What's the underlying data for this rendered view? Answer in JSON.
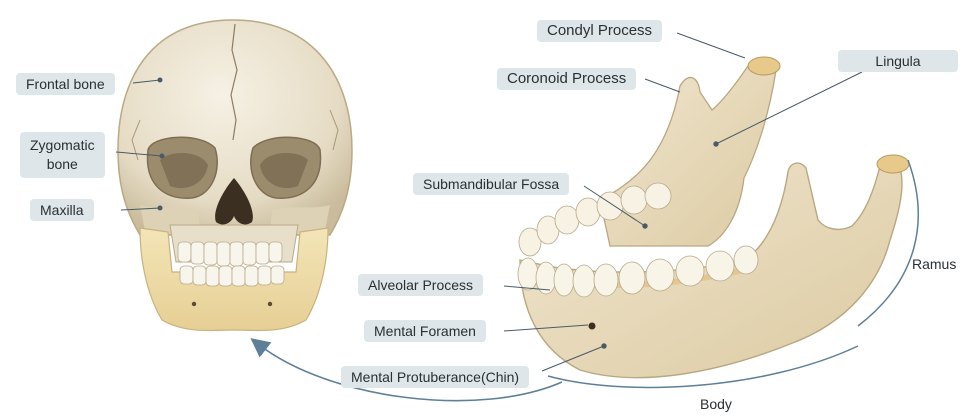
{
  "labels": {
    "frontal_bone": "Frontal bone",
    "zygomatic_bone": "Zygomatic\nbone",
    "maxilla": "Maxilla",
    "condyl_process": "Condyl Process",
    "coronoid_process": "Coronoid Process",
    "lingula": "Lingula",
    "submandibular_fossa": "Submandibular Fossa",
    "alveolar_process": "Alveolar Process",
    "mental_foramen": "Mental Foramen",
    "mental_protuberance": "Mental Protuberance(Chin)",
    "ramus": "Ramus",
    "body": "Body"
  },
  "colors": {
    "label_bg": "#dfe6ea",
    "bone": "#ece3cf",
    "bone_shadow": "#cdbf9f",
    "mandible_highlight": "#f1dea8",
    "arrow": "#5d7f98",
    "leader": "#4a5a66"
  }
}
